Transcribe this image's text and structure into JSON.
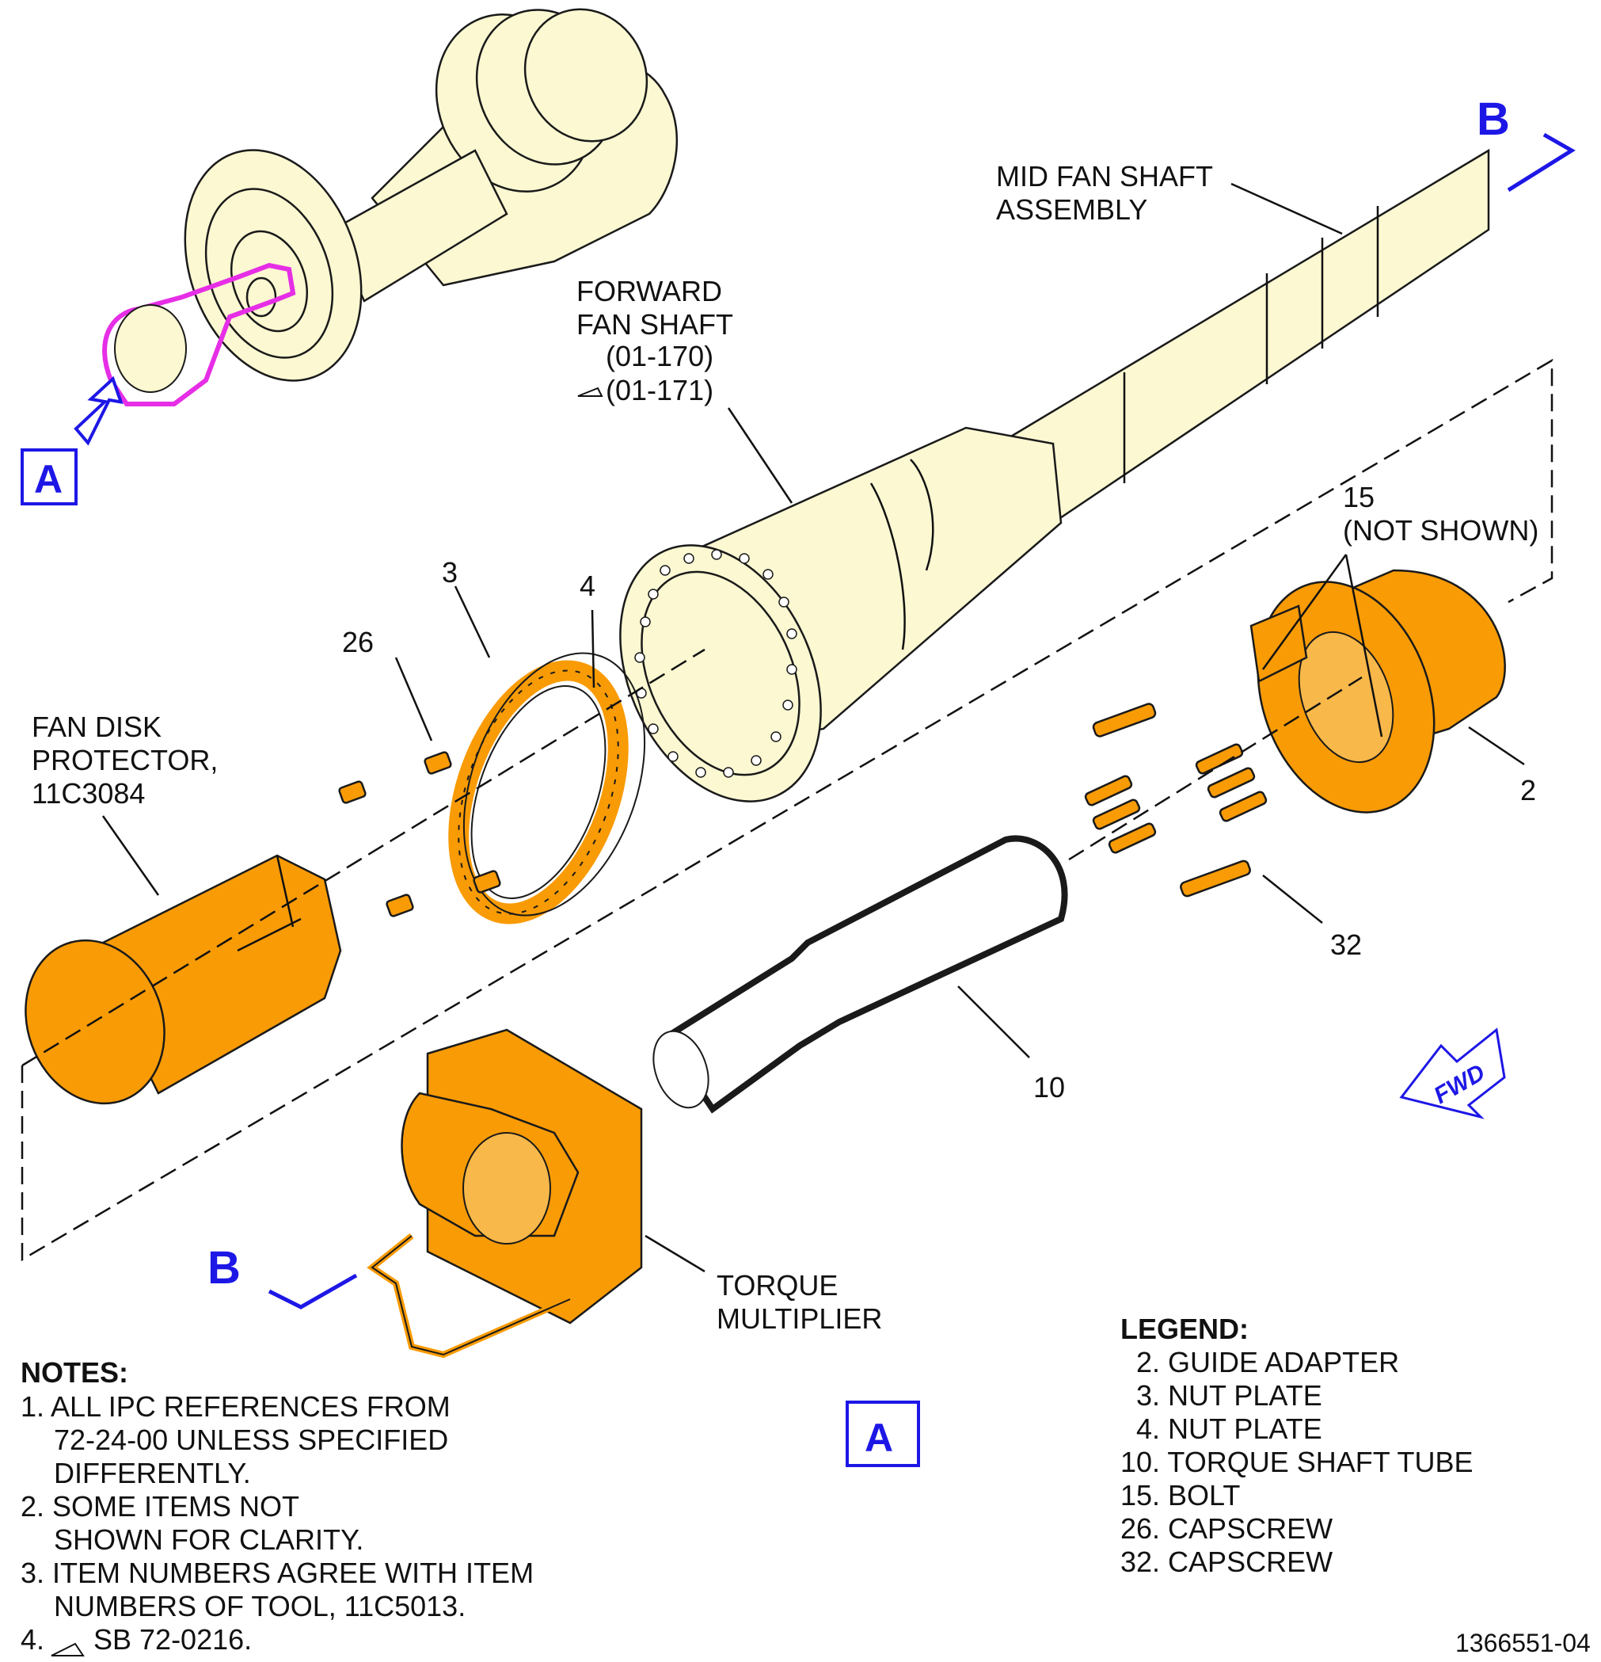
{
  "callouts": {
    "mid_fan_shaft": [
      "MID FAN SHAFT",
      "ASSEMBLY"
    ],
    "forward_fan_shaft": [
      "FORWARD",
      "FAN SHAFT",
      "(01-170)",
      "(01-171)"
    ],
    "fan_disk_protector": [
      "FAN DISK",
      "PROTECTOR,",
      "11C3084"
    ],
    "torque_multiplier": [
      "TORQUE",
      "MULTIPLIER"
    ],
    "item_3": "3",
    "item_4": "4",
    "item_26": "26",
    "item_15": [
      "15",
      "(NOT SHOWN)"
    ],
    "item_2": "2",
    "item_32": "32",
    "item_10": "10"
  },
  "section_marks": {
    "b_top": "B",
    "b_bottom": "B",
    "a_top": "A",
    "a_bottom": "A"
  },
  "direction": "FWD",
  "notes": {
    "title": "NOTES:",
    "lines": [
      "1. ALL IPC REFERENCES FROM",
      "72-24-00 UNLESS SPECIFIED",
      "DIFFERENTLY.",
      "2. SOME ITEMS NOT",
      "SHOWN FOR CLARITY.",
      "3. ITEM NUMBERS AGREE WITH ITEM",
      "NUMBERS OF TOOL, 11C5013.",
      "4.",
      "SB 72-0216."
    ]
  },
  "legend": {
    "title": "LEGEND:",
    "items": [
      "2. GUIDE ADAPTER",
      "3. NUT PLATE",
      "4. NUT PLATE",
      "10. TORQUE SHAFT TUBE",
      "15. BOLT",
      "26. CAPSCREW",
      "32. CAPSCREW"
    ]
  },
  "figure_number": "1366551-04",
  "colors": {
    "part_yellow": "#fbf8d2",
    "part_orange": "#f99b05",
    "callout_blue": "#1d17e6",
    "highlight_magenta": "#e62ee6"
  }
}
